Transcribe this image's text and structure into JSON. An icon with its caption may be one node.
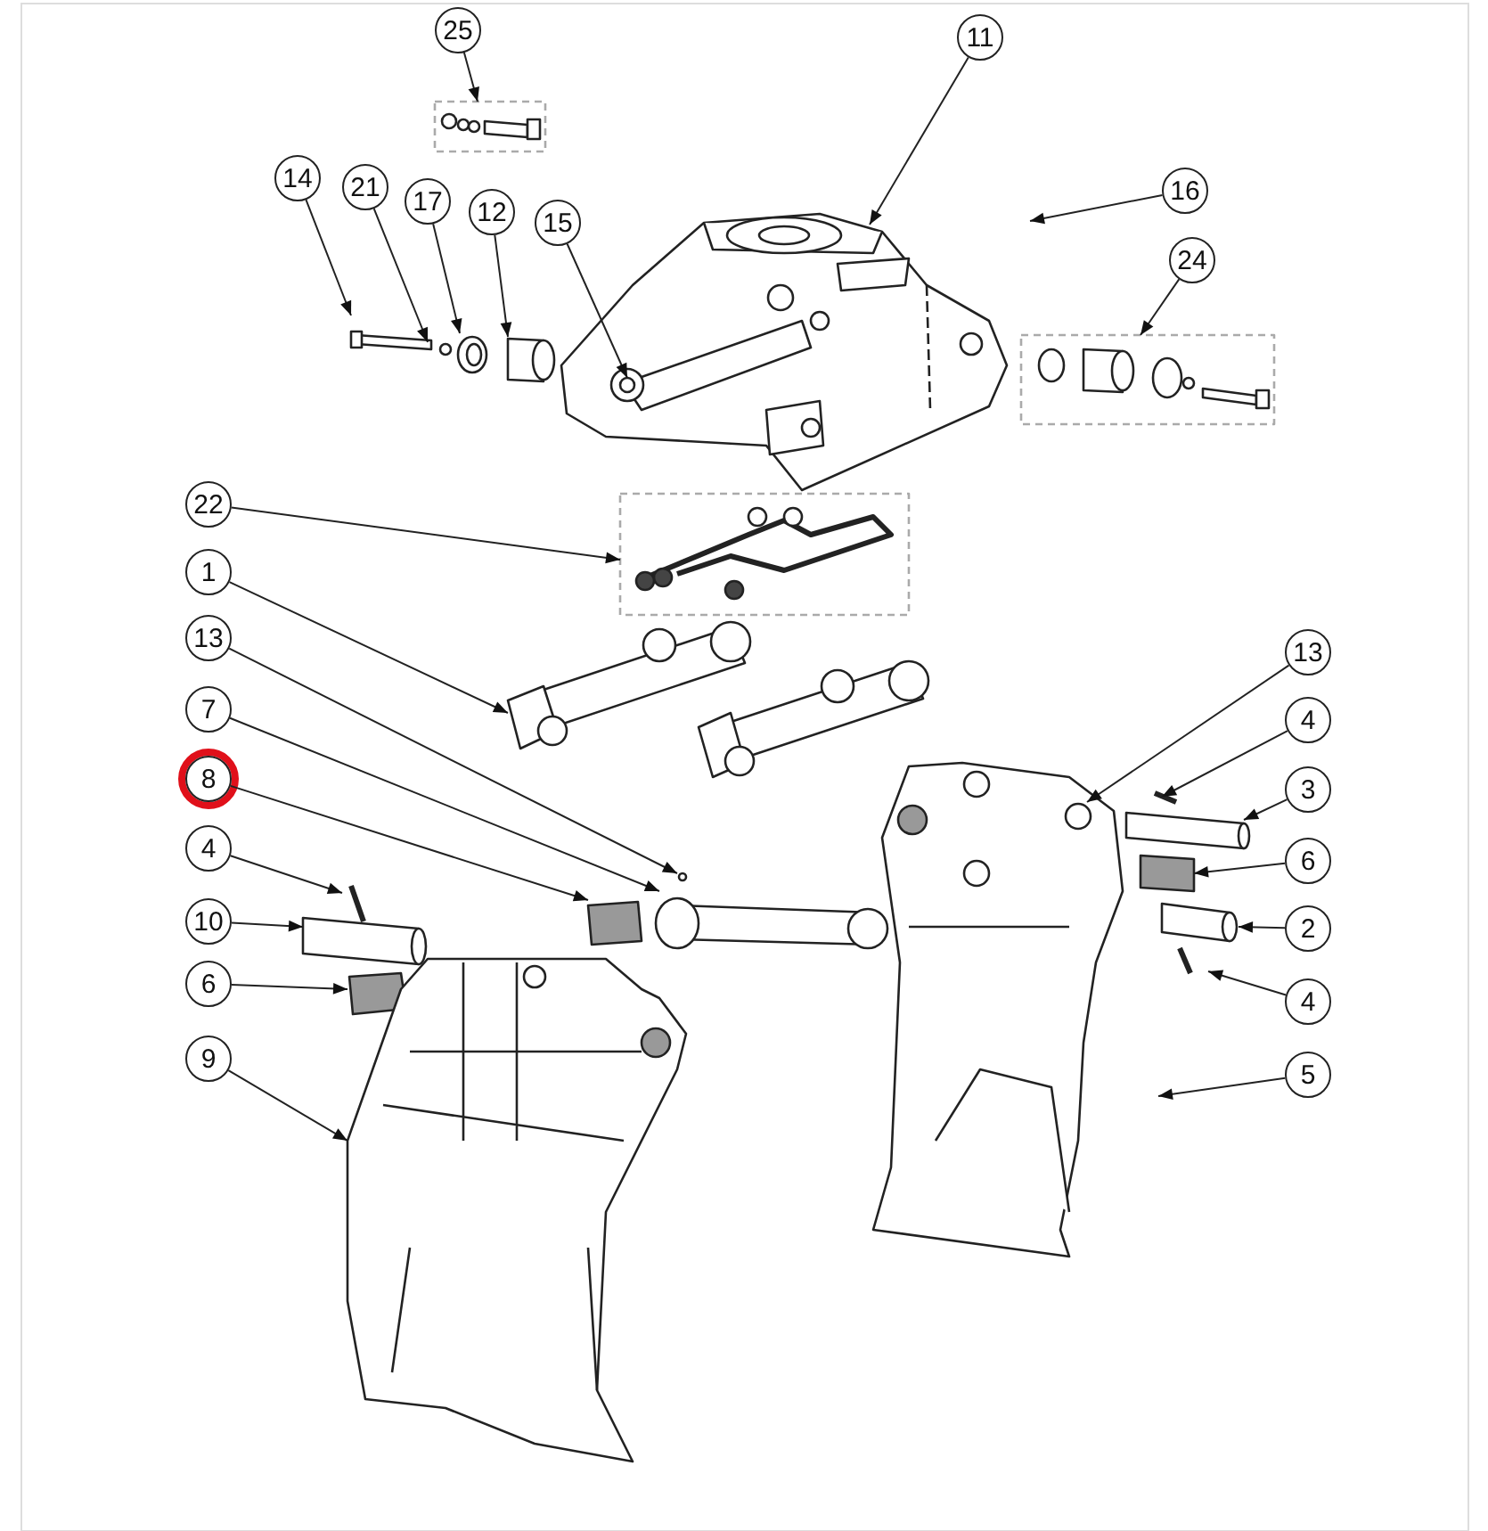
{
  "diagram": {
    "nodes": [
      {
        "text": [
          "25"
        ]
      },
      {
        "text": [
          "11"
        ]
      },
      {
        "text": [
          "16"
        ]
      },
      {
        "text": [
          "14"
        ]
      },
      {
        "text": [
          "21"
        ]
      },
      {
        "text": [
          "17"
        ]
      },
      {
        "text": [
          "12"
        ]
      },
      {
        "text": [
          "15"
        ]
      },
      {
        "text": [
          "24"
        ]
      },
      {
        "text": [
          "22"
        ]
      },
      {
        "text": [
          "1"
        ]
      },
      {
        "text": [
          "13"
        ]
      },
      {
        "text": [
          "7"
        ]
      },
      {
        "text": [
          "8"
        ]
      },
      {
        "text": [
          "4"
        ]
      },
      {
        "text": [
          "10"
        ]
      },
      {
        "text": [
          "6"
        ]
      },
      {
        "text": [
          "9"
        ]
      },
      {
        "text": [
          "13"
        ]
      },
      {
        "text": [
          "4"
        ]
      },
      {
        "text": [
          "3"
        ]
      },
      {
        "text": [
          "6"
        ]
      },
      {
        "text": [
          "2"
        ]
      },
      {
        "text": [
          "4"
        ]
      },
      {
        "text": [
          "5"
        ]
      }
    ],
    "edges": [
      {
        "from": 0,
        "to": null,
        "arrow": "to"
      },
      {
        "from": 1,
        "to": null,
        "arrow": "to"
      },
      {
        "from": 2,
        "to": null,
        "arrow": "to"
      },
      {
        "from": 3,
        "to": null,
        "arrow": "to"
      },
      {
        "from": 4,
        "to": null,
        "arrow": "to"
      },
      {
        "from": 5,
        "to": null,
        "arrow": "to"
      },
      {
        "from": 6,
        "to": null,
        "arrow": "to"
      },
      {
        "from": 7,
        "to": null,
        "arrow": "to"
      },
      {
        "from": 8,
        "to": null,
        "arrow": "to"
      },
      {
        "from": 9,
        "to": null,
        "arrow": "to"
      },
      {
        "from": 10,
        "to": null,
        "arrow": "to"
      },
      {
        "from": 11,
        "to": null,
        "arrow": "to"
      },
      {
        "from": 12,
        "to": null,
        "arrow": "to"
      },
      {
        "from": 13,
        "to": null,
        "arrow": "to"
      },
      {
        "from": 14,
        "to": null,
        "arrow": "to"
      },
      {
        "from": 15,
        "to": null,
        "arrow": "to"
      },
      {
        "from": 16,
        "to": null,
        "arrow": "to"
      },
      {
        "from": 17,
        "to": null,
        "arrow": "to"
      },
      {
        "from": 18,
        "to": null,
        "arrow": "to"
      },
      {
        "from": 19,
        "to": null,
        "arrow": "to"
      },
      {
        "from": 20,
        "to": null,
        "arrow": "to"
      },
      {
        "from": 21,
        "to": null,
        "arrow": "to"
      },
      {
        "from": 22,
        "to": null,
        "arrow": "to"
      },
      {
        "from": 23,
        "to": null,
        "arrow": "to"
      },
      {
        "from": 24,
        "to": null,
        "arrow": "to"
      }
    ]
  }
}
